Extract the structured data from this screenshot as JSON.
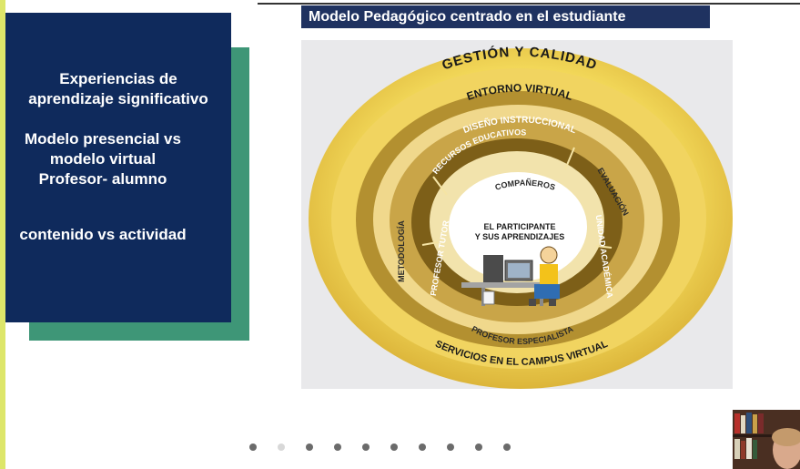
{
  "slide": {
    "title": "Modelo Pedagógico centrado en el estudiante",
    "left_panel": {
      "line1": "Experiencias de",
      "line2": "aprendizaje significativo",
      "line3": "Modelo presencial vs",
      "line4": "modelo virtual",
      "line5": "Profesor- alumno",
      "line6": "contenido vs actividad"
    }
  },
  "diagram": {
    "ring1": "GESTIÓN Y CALIDAD",
    "ring2": "ENTORNO VIRTUAL",
    "ring3": "DISEÑO INSTRUCCIONAL",
    "ring4_top": "RECURSOS EDUCATIVOS",
    "ring4_right": "EVALUACIÓN",
    "ring4_left": "METODOLOGÍA",
    "inner_top": "COMPAÑEROS",
    "inner_left": "PROFESOR TUTOR",
    "inner_right": "UNIDAD ACADÉMICA",
    "inner_bottom": "PROFESOR ESPECIALISTA",
    "bottom_ring": "SERVICIOS EN EL CAMPUS VIRTUAL",
    "center_line1": "EL PARTICIPANTE",
    "center_line2": "Y SUS APRENDIZAJES"
  },
  "carousel": {
    "dots": 10,
    "active_index": 1
  },
  "colors": {
    "navy": "#0f2a5c",
    "green": "#3e9677",
    "accent_strip": "#dde66a",
    "gold_outer": "#f3d95a",
    "gold_dark": "#8f6e1c"
  }
}
